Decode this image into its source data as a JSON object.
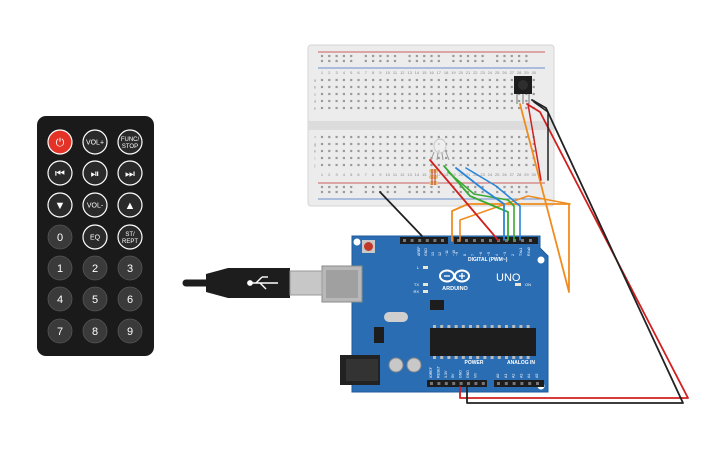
{
  "remote": {
    "buttons": [
      {
        "id": "power",
        "label": "⏻",
        "kind": "power",
        "icon": "power-icon"
      },
      {
        "id": "vol-up",
        "label": "VOL+",
        "kind": "text"
      },
      {
        "id": "func-stop",
        "label": "FUNC/",
        "label2": "STOP",
        "kind": "text2"
      },
      {
        "id": "prev",
        "label": "⏮",
        "kind": "glyph",
        "icon": "previous-icon"
      },
      {
        "id": "play-pause",
        "label": "⏯",
        "kind": "glyph",
        "icon": "play-pause-icon"
      },
      {
        "id": "next",
        "label": "⏭",
        "kind": "glyph",
        "icon": "next-icon"
      },
      {
        "id": "down",
        "label": "▼",
        "kind": "glyph",
        "icon": "down-arrow-icon"
      },
      {
        "id": "vol-down",
        "label": "VOL-",
        "kind": "text"
      },
      {
        "id": "up",
        "label": "▲",
        "kind": "glyph",
        "icon": "up-arrow-icon"
      },
      {
        "id": "digit-0",
        "label": "0",
        "kind": "digit"
      },
      {
        "id": "eq",
        "label": "EQ",
        "kind": "text"
      },
      {
        "id": "st-rept",
        "label": "ST/",
        "label2": "REPT",
        "kind": "text2"
      },
      {
        "id": "digit-1",
        "label": "1",
        "kind": "digit"
      },
      {
        "id": "digit-2",
        "label": "2",
        "kind": "digit"
      },
      {
        "id": "digit-3",
        "label": "3",
        "kind": "digit"
      },
      {
        "id": "digit-4",
        "label": "4",
        "kind": "digit"
      },
      {
        "id": "digit-5",
        "label": "5",
        "kind": "digit"
      },
      {
        "id": "digit-6",
        "label": "6",
        "kind": "digit"
      },
      {
        "id": "digit-7",
        "label": "7",
        "kind": "digit"
      },
      {
        "id": "digit-8",
        "label": "8",
        "kind": "digit"
      },
      {
        "id": "digit-9",
        "label": "9",
        "kind": "digit"
      }
    ]
  },
  "arduino": {
    "brand": "ARDUINO",
    "model": "UNO",
    "digital_label": "DIGITAL (PWM~)",
    "power_label": "POWER",
    "analog_label": "ANALOG IN",
    "on_label": "ON",
    "tx_label": "TX",
    "rx_label": "RX",
    "l_label": "L",
    "aref_label": "AREF",
    "gnd_label": "GND",
    "digital_pins": [
      "13",
      "12",
      "~11",
      "~10",
      "~9",
      "8",
      "7",
      "~6",
      "~5",
      "4",
      "~3",
      "2",
      "TX▸1",
      "RX◂0"
    ],
    "power_pins": [
      "IOREF",
      "RESET",
      "3.3V",
      "5V",
      "GND",
      "GND",
      "Vin"
    ],
    "analog_pins": [
      "A0",
      "A1",
      "A2",
      "A3",
      "A4",
      "A5"
    ]
  },
  "breadboard": {
    "column_numbers": [
      "1",
      "2",
      "3",
      "4",
      "5",
      "6",
      "7",
      "8",
      "9",
      "10",
      "11",
      "12",
      "13",
      "14",
      "15",
      "16",
      "17",
      "18",
      "19",
      "20",
      "21",
      "22",
      "23",
      "24",
      "25",
      "26",
      "27",
      "28",
      "29",
      "30"
    ],
    "row_letters_top": [
      "a",
      "b",
      "c",
      "d",
      "e"
    ],
    "row_letters_bottom": [
      "f",
      "g",
      "h",
      "i",
      "j"
    ]
  },
  "colors": {
    "remote_body": "#1a1a1a",
    "power_button": "#e53227",
    "arduino_board": "#2b6db3",
    "breadboard": "#ececec",
    "wire_red": "#d0201f",
    "wire_black": "#222222",
    "wire_orange": "#f08c1e",
    "wire_green": "#3aaa35",
    "wire_blue": "#2a86d8"
  }
}
